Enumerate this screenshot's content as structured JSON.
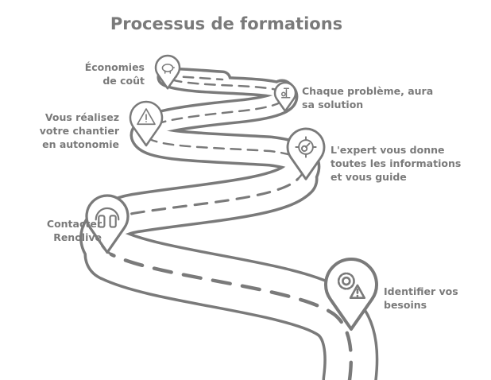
{
  "title": "Processus de formations",
  "steps": [
    {
      "icon": "headset-icon",
      "l1": "Contacter",
      "l2": "Renolive"
    },
    {
      "icon": "gear-warning-icon",
      "l1": "Identifier vos",
      "l2": "besoins"
    },
    {
      "icon": "target-icon",
      "l1": "L'expert vous donne",
      "l2": "toutes les informations",
      "l3": "et vous guide"
    },
    {
      "icon": "warning-icon",
      "l1": "Vous réalisez",
      "l2": "votre chantier",
      "l3": "en autonomie"
    },
    {
      "icon": "worker-icon",
      "l1": "Chaque problème, aura",
      "l2": "sa solution"
    },
    {
      "icon": "piggy-bank-icon",
      "l1": "Économies",
      "l2": "de coût"
    }
  ],
  "colors": {
    "stroke": "#7a7a7a",
    "background": "#ffffff"
  }
}
